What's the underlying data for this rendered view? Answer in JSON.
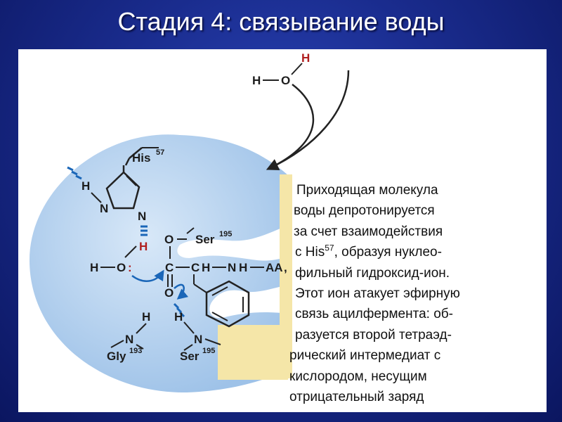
{
  "slide": {
    "title": "Стадия 4: связывание воды"
  },
  "diagram": {
    "water": {
      "h_top": "H",
      "o": "O",
      "h_left": "H"
    },
    "his": {
      "label": "His",
      "num": "57",
      "h": "H",
      "n1": "N",
      "n2": "N"
    },
    "hydroxide": {
      "h_left": "H",
      "o": "O",
      "lone_pair": ":",
      "h_red": "H"
    },
    "ser_top": {
      "o": "O",
      "label": "Ser",
      "num": "195"
    },
    "chain": {
      "c1": "C",
      "c2": "C",
      "h": "H",
      "n": "N",
      "h2": "H",
      "aa": "AA",
      "comma": ","
    },
    "carbonyl_o": "O",
    "gly": {
      "h": "H",
      "n": "N",
      "label": "Gly",
      "num": "193"
    },
    "ser_bottom": {
      "h": "H",
      "n": "N",
      "label": "Ser",
      "num": "195"
    },
    "colors": {
      "pocket": "#b8d4f0",
      "highlight": "#f5e6a8",
      "arrow_blue": "#1a66b8",
      "red": "#b01e1e"
    }
  },
  "caption": {
    "lines": [
      "Приходящая молекула",
      "воды депротонируется",
      "за счет взаимодействия",
      "с His",
      "57",
      ", образуя нуклео-",
      "фильный гидроксид-ион.",
      "Этот ион атакует эфирную",
      "связь ацилфермента: об-",
      "разуется второй тетраэд-",
      "рический интермедиат с",
      "кислородом, несущим",
      "отрицательный заряд"
    ]
  }
}
